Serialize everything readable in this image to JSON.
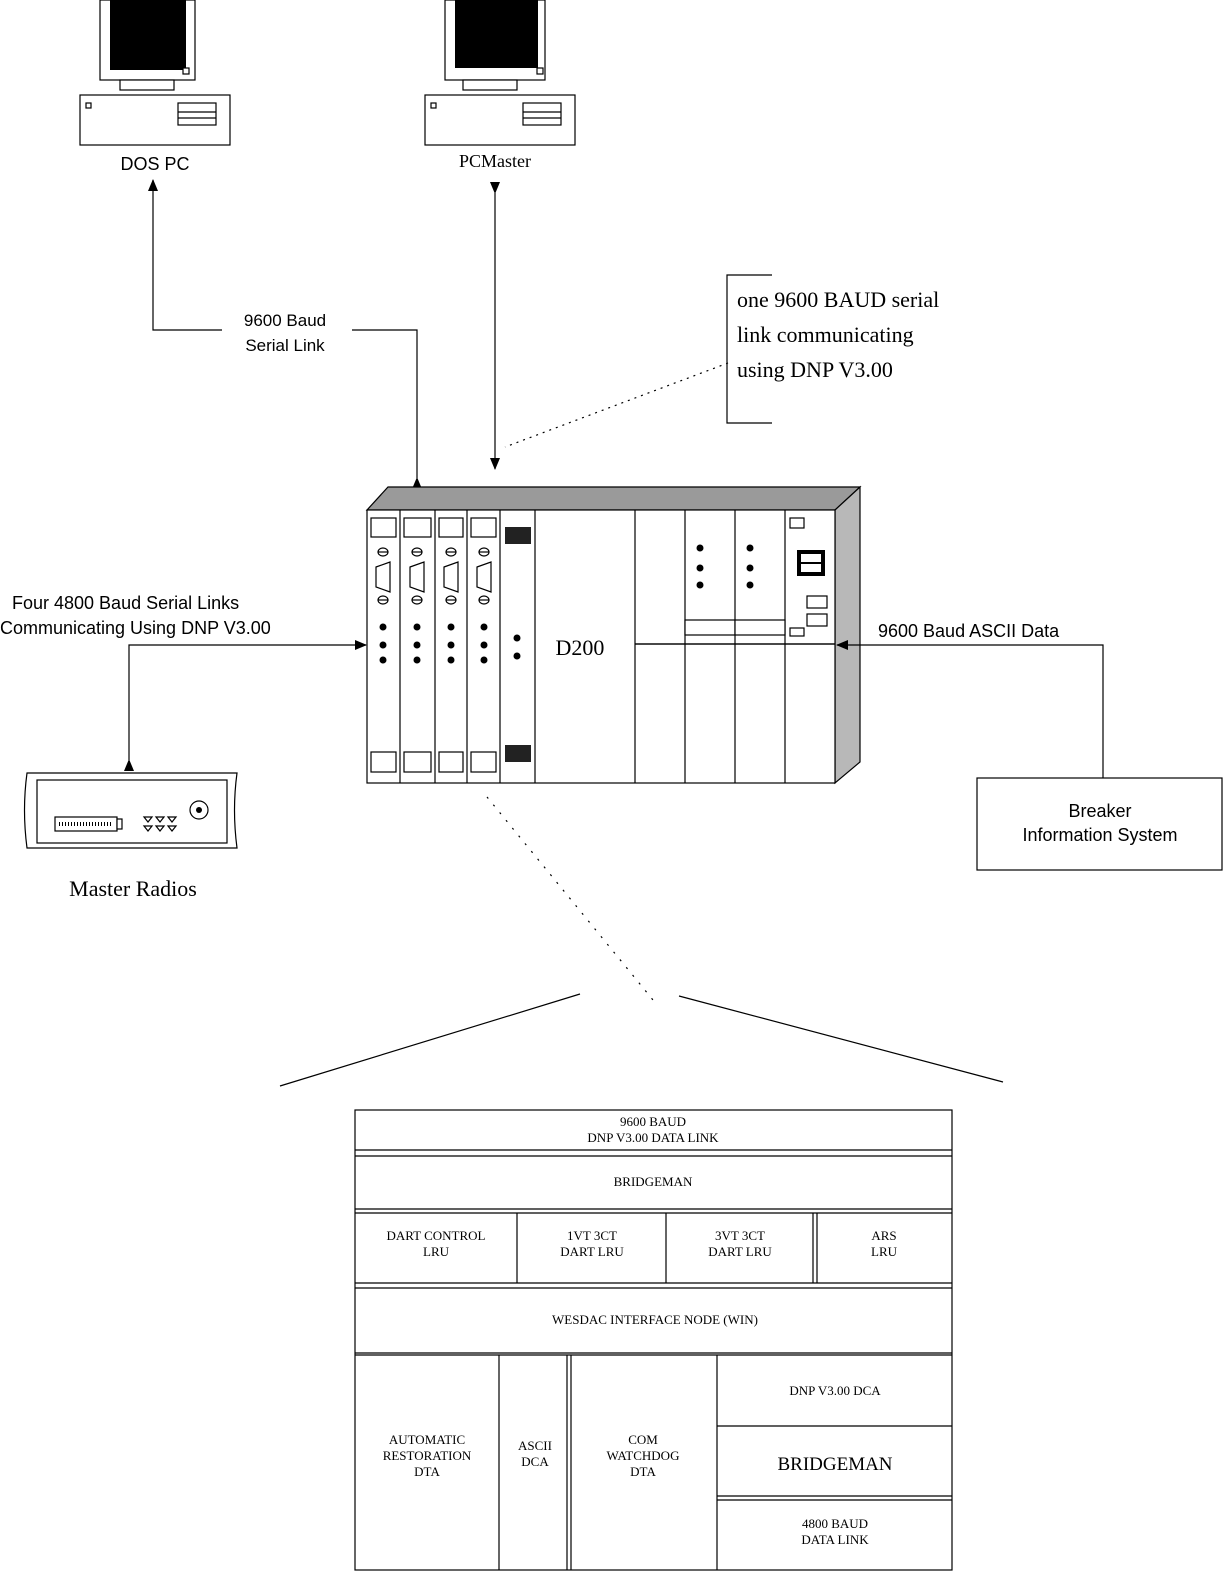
{
  "nodes": {
    "dos_pc": "DOS PC",
    "pc_master": "PCMaster",
    "master_radios": "Master Radios",
    "d200": "D200",
    "breaker_line1": "Breaker",
    "breaker_line2": "Information System"
  },
  "links": {
    "serial_link_line1": "9600 Baud",
    "serial_link_line2": "Serial Link",
    "four_links_line1": "Four 4800 Baud Serial Links",
    "four_links_line2": "Communicating Using DNP V3.00",
    "ascii_data": "9600 Baud ASCII Data"
  },
  "callout": {
    "line1": "one 9600 BAUD serial",
    "line2": "link communicating",
    "line3": "using DNP V3.00"
  },
  "stack": {
    "data_link_line1": "9600 BAUD",
    "data_link_line2": "DNP V3.00 DATA LINK",
    "bridgeman_top": "BRIDGEMAN",
    "dart_control_line1": "DART CONTROL",
    "dart_control_line2": "LRU",
    "vt1_line1": "1VT 3CT",
    "vt1_line2": "DART LRU",
    "vt3_line1": "3VT 3CT",
    "vt3_line2": "DART LRU",
    "ars_line1": "ARS",
    "ars_line2": "LRU",
    "win": "WESDAC INTERFACE NODE (WIN)",
    "auto_line1": "AUTOMATIC",
    "auto_line2": "RESTORATION",
    "auto_line3": "DTA",
    "ascii_line1": "ASCII",
    "ascii_line2": "DCA",
    "com_line1": "COM",
    "com_line2": "WATCHDOG",
    "com_line3": "DTA",
    "dnp_dca": "DNP V3.00 DCA",
    "bridgeman_bottom": "BRIDGEMAN",
    "baud4800_line1": "4800 BAUD",
    "baud4800_line2": "DATA LINK"
  }
}
